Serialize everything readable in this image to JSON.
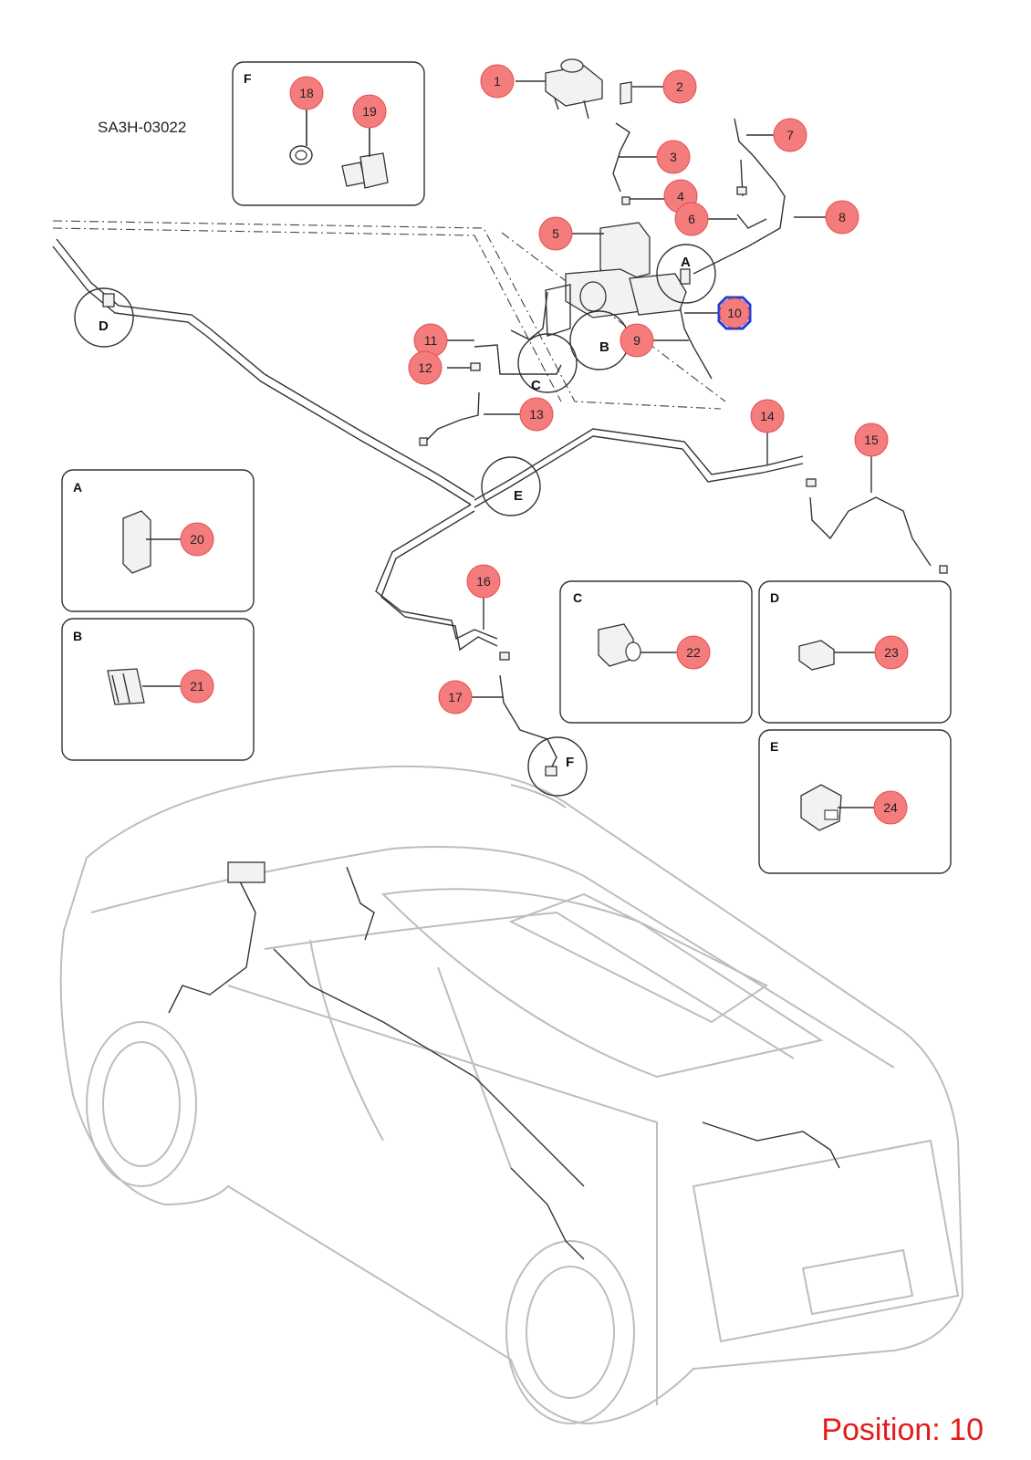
{
  "document_code": "SA3H-03022",
  "position_label": "Position: 10",
  "colors": {
    "callout_fill": "#f47c7c",
    "callout_stroke": "#e35050",
    "highlight_stroke": "#1f3fd6",
    "position_text": "#e31b1b"
  },
  "highlighted_callout": "10",
  "callouts": {
    "c1": "1",
    "c2": "2",
    "c3": "3",
    "c4": "4",
    "c5": "5",
    "c6": "6",
    "c7": "7",
    "c8": "8",
    "c9": "9",
    "c10": "10",
    "c11": "11",
    "c12": "12",
    "c13": "13",
    "c14": "14",
    "c15": "15",
    "c16": "16",
    "c17": "17",
    "c18": "18",
    "c19": "19",
    "c20": "20",
    "c21": "21",
    "c22": "22",
    "c23": "23",
    "c24": "24"
  },
  "detail_circles": {
    "A": "A",
    "B": "B",
    "C": "C",
    "D": "D",
    "E": "E",
    "F": "F"
  },
  "insets": {
    "F": "F",
    "A": "A",
    "B": "B",
    "C": "C",
    "D": "D",
    "E": "E"
  }
}
